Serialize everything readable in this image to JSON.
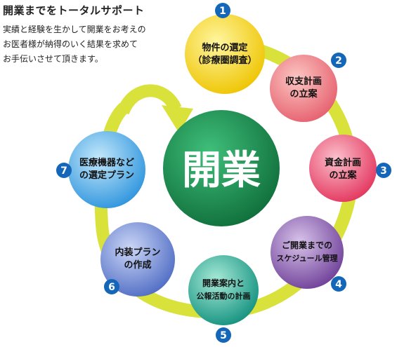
{
  "header": {
    "title": "開業までをトータルサポート",
    "description": [
      "実績と経験を生かして開業をお考えの",
      "お医者様が納得のいく結果を求めて",
      "お手伝いさせて頂きます。"
    ]
  },
  "center": {
    "label": "開業",
    "color": "#1a8a4e"
  },
  "ring_color": "#d8e23a",
  "badge_color": "#1466b8",
  "steps": [
    {
      "number": "1",
      "lines": [
        "物件の選定",
        "（診療圏調査）"
      ],
      "color": "#f3d81a"
    },
    {
      "number": "2",
      "lines": [
        "収支計画",
        "の立案"
      ],
      "color": "#ef7f86"
    },
    {
      "number": "3",
      "lines": [
        "資金計画",
        "の立案"
      ],
      "color": "#ee5c78"
    },
    {
      "number": "4",
      "lines": [
        "ご開業までの",
        "スケジュール管理"
      ],
      "color": "#8a5aad"
    },
    {
      "number": "5",
      "lines": [
        "開業案内と",
        "公報活動の計画"
      ],
      "color": "#26a898"
    },
    {
      "number": "6",
      "lines": [
        "内装プラン",
        "の作成"
      ],
      "color": "#6a86d2"
    },
    {
      "number": "7",
      "lines": [
        "医療機器など",
        "の選定プラン"
      ],
      "color": "#3fa8ea"
    }
  ]
}
